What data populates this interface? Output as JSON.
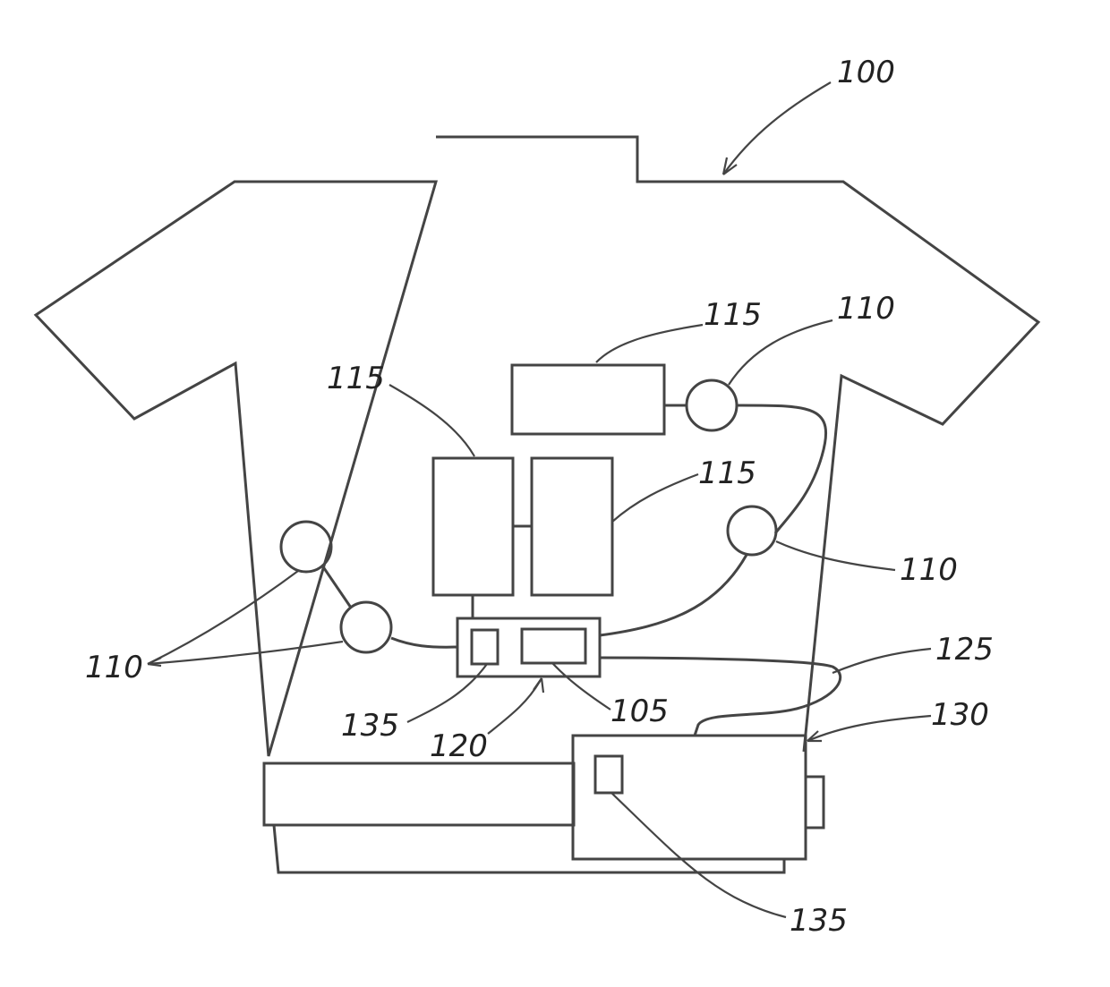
{
  "labels": {
    "shirt": "100",
    "electronics_module": "105",
    "sensor_right_upper": "110",
    "sensor_right_lower": "110",
    "sensors_left": "110",
    "component_top": "115",
    "component_left": "115",
    "component_right": "115",
    "hub": "120",
    "cable": "125",
    "belt_pack": "130",
    "indicator_hub": "135",
    "indicator_pack": "135"
  },
  "colors": {
    "line": "#444444",
    "text": "#222222",
    "background": "#ffffff"
  }
}
